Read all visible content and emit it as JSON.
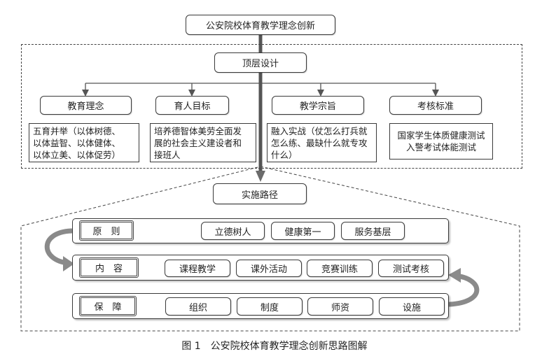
{
  "title": "公安院校体育教学理念创新",
  "top_design": "顶层设计",
  "categories": [
    {
      "label": "教育理念",
      "desc": "五育并举（以体树德、\n以体益智、以体健体、\n以体立美、以体促劳）"
    },
    {
      "label": "育人目标",
      "desc": "培养德智体美劳全面发\n展的社会主义建设者和\n接班人"
    },
    {
      "label": "教学宗旨",
      "desc": "融入实战（仗怎么打兵就\n怎么练、最缺什么就专攻\n什么）"
    },
    {
      "label": "考核标准",
      "desc": "国家学生体质健康测试\n入警考试体能测试"
    }
  ],
  "implementation": "实施路径",
  "rows": [
    {
      "label": "原　则",
      "items": [
        "立德树人",
        "健康第一",
        "服务基层"
      ]
    },
    {
      "label": "内　容",
      "items": [
        "课程教学",
        "课外活动",
        "竞赛训练",
        "测试考核"
      ]
    },
    {
      "label": "保　障",
      "items": [
        "组织",
        "制度",
        "师资",
        "设施"
      ]
    }
  ],
  "caption": "图 1　公安院校体育教学理念创新思路图解"
}
